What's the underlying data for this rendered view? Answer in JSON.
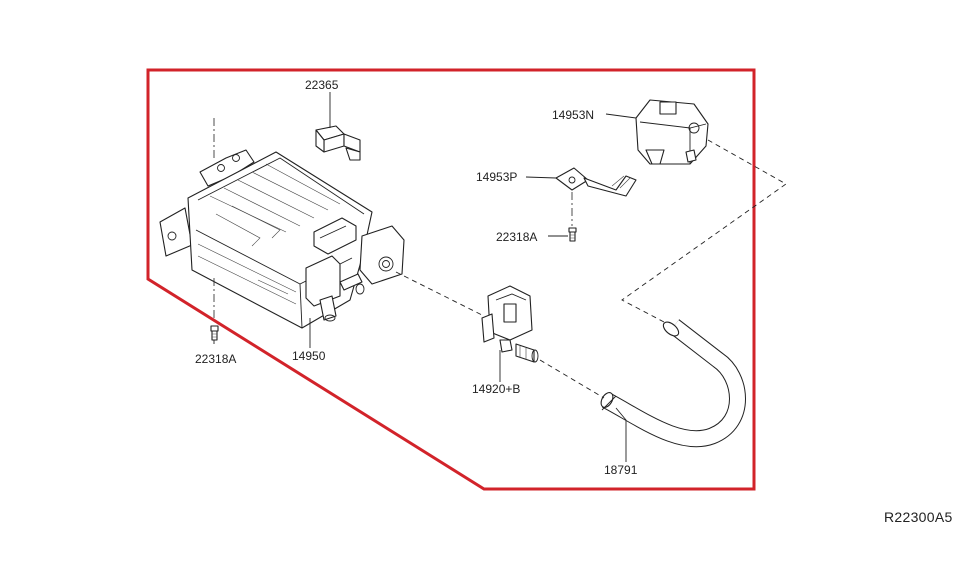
{
  "diagram": {
    "colors": {
      "outline": "#d2232a",
      "linework": "#222222",
      "background": "#ffffff"
    },
    "labels": {
      "canister_clip": "22365",
      "bolt_left": "22318A",
      "canister": "14950",
      "vent_valve": "14920+B",
      "hose": "18791",
      "filter": "14953N",
      "bracket": "14953P",
      "bolt_right": "22318A"
    },
    "reference": "R22300A5"
  }
}
